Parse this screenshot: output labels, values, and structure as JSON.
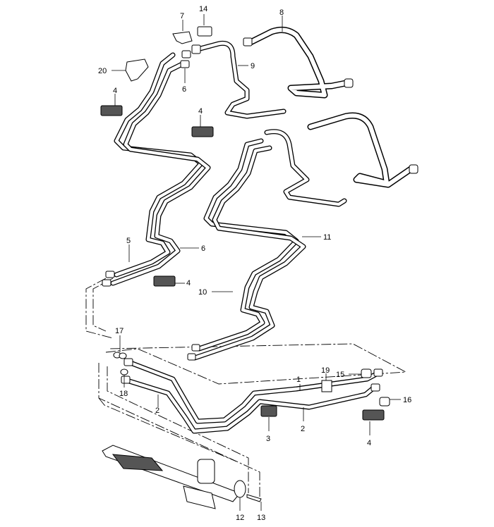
{
  "callouts": {
    "c1": "1",
    "c2a": "2",
    "c2b": "2",
    "c3": "3",
    "c4a": "4",
    "c4b": "4",
    "c4c": "4",
    "c4d": "4",
    "c5": "5",
    "c6a": "6",
    "c6b": "6",
    "c7": "7",
    "c8": "8",
    "c9": "9",
    "c10": "10",
    "c11": "11",
    "c12": "12",
    "c13": "13",
    "c14": "14",
    "c15": "15",
    "c16": "16",
    "c17": "17",
    "c18": "18",
    "c19": "19",
    "c20": "20"
  }
}
